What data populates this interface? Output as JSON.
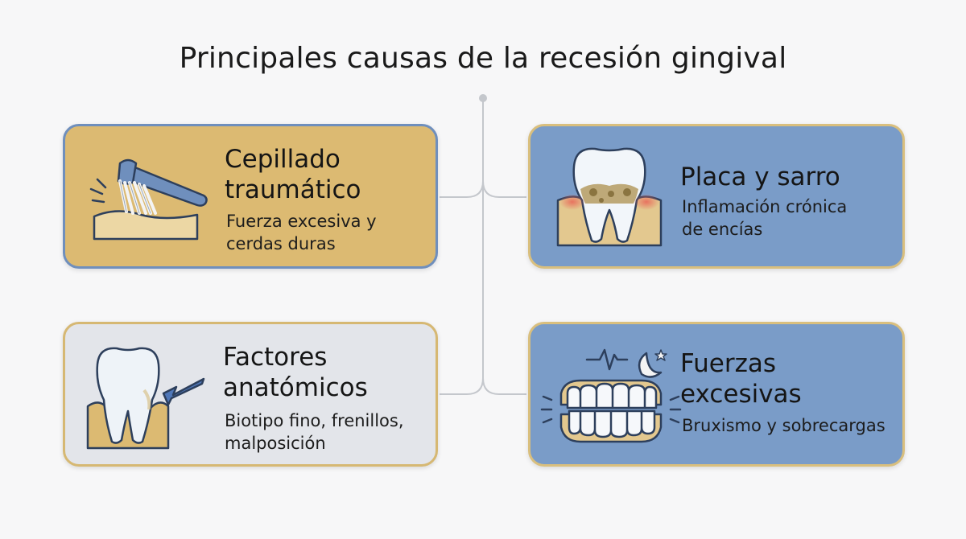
{
  "title": "Principales causas de la recesión gingival",
  "colors": {
    "connector": "#c4c7cc",
    "gold_fill": "#dcba72",
    "gold_border": "#6f8fbd",
    "blue_fill": "#7a9cc8",
    "blue_border": "#d9bf7e",
    "gray_fill": "#e3e5ea",
    "gray_border": "#d6b873",
    "line_art": "#2d3f5c"
  },
  "cards": {
    "cepillado": {
      "icon": "toothbrush-gum-icon",
      "title_line1": "Cepillado",
      "title_line2": "traumático",
      "desc_line1": "Fuerza excesiva y",
      "desc_line2": "cerdas duras"
    },
    "placa": {
      "icon": "plaque-tooth-icon",
      "title_line1": "Placa y sarro",
      "desc_line1": "Inflamación crónica",
      "desc_line2": "de encías"
    },
    "factores": {
      "icon": "tooth-arrow-icon",
      "title_line1": "Factores",
      "title_line2": "anatómicos",
      "desc_line1": "Biotipo fino, frenillos,",
      "desc_line2": "malposición"
    },
    "fuerzas": {
      "icon": "clenched-teeth-icon",
      "title_line1": "Fuerzas",
      "title_line2": "excesivas",
      "desc_line1": "Bruxismo y sobrecargas"
    }
  }
}
